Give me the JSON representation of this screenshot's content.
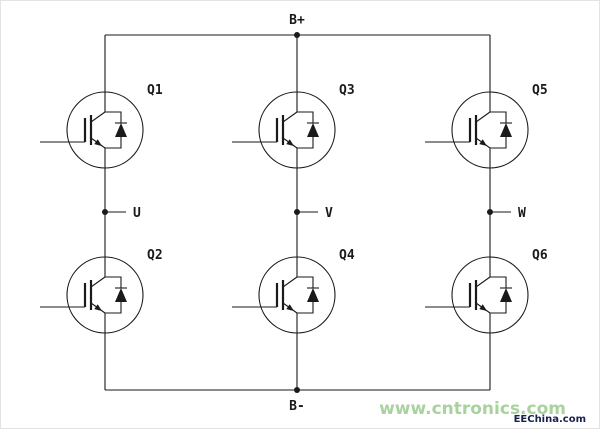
{
  "diagram": {
    "type": "three-phase-inverter-bridge",
    "rail_positive": "B+",
    "rail_negative": "B-",
    "phases": [
      "U",
      "V",
      "W"
    ],
    "transistors": [
      "Q1",
      "Q2",
      "Q3",
      "Q4",
      "Q5",
      "Q6"
    ]
  },
  "watermark": {
    "site": "www.cntronics.com",
    "brand": "EEChina.com"
  },
  "colors": {
    "line": "#1a1a1a",
    "watermark_site": "#a8d29e",
    "watermark_brand": "#18224e"
  }
}
